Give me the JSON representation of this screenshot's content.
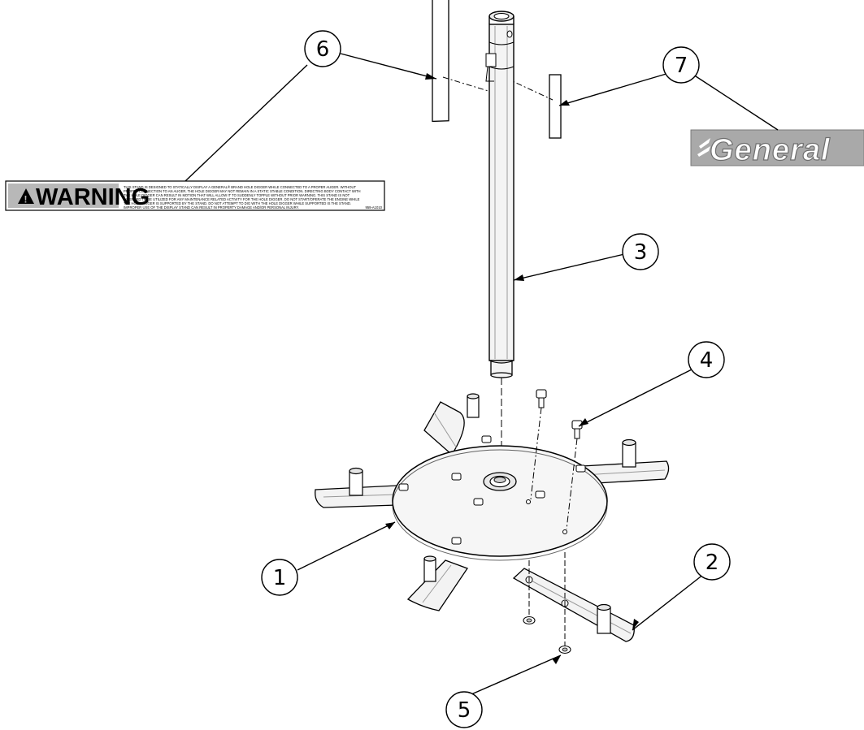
{
  "callouts": {
    "c1": "1",
    "c2": "2",
    "c3": "3",
    "c4": "4",
    "c5": "5",
    "c6": "6",
    "c7": "7"
  },
  "warning_decal": {
    "heading": "WARNING",
    "body_lines": [
      "THIS STAND IS DESIGNED TO STATICALLY DISPLAY A GENERAL® BRAND HOLE DIGGER WHILE CONNECTED TO A PROPER AUGER. WITHOUT",
      "PROPER CONNECTION TO AN AUGER, THE HOLE DIGGER MAY NOT REMAIN IN A STATIC STABLE CONDITION. DIRECTING BODY CONTACT WITH",
      "THE HOLE DIGGER CAN RESULT IN MOTION THAT WILL ALLOW IT TO SUDDENLY TOPPLE WITHOUT PRIOR WARNING. THIS STAND IS NOT",
      "INTENDED TO BE UTILIZED FOR ANY MAINTENANCE RELATED ACTIVITY FOR THE HOLE DIGGER. DO NOT START/OPERATE THE ENGINE WHILE",
      "THE HOLE DIGGER IS SUPPORTED BY THE STAND. DO NOT ATTEMPT TO DIG WITH THE HOLE DIGGER WHILE SUPPORTED IS THE STAND.",
      "IMPROPER USE OF THE DISPLAY STAND CAN RESULT IN PROPERTY DAMAGE AND/OR PERSONAL INJURY."
    ],
    "part_code": "959-A1010"
  },
  "brand_decal": {
    "text": "General"
  }
}
